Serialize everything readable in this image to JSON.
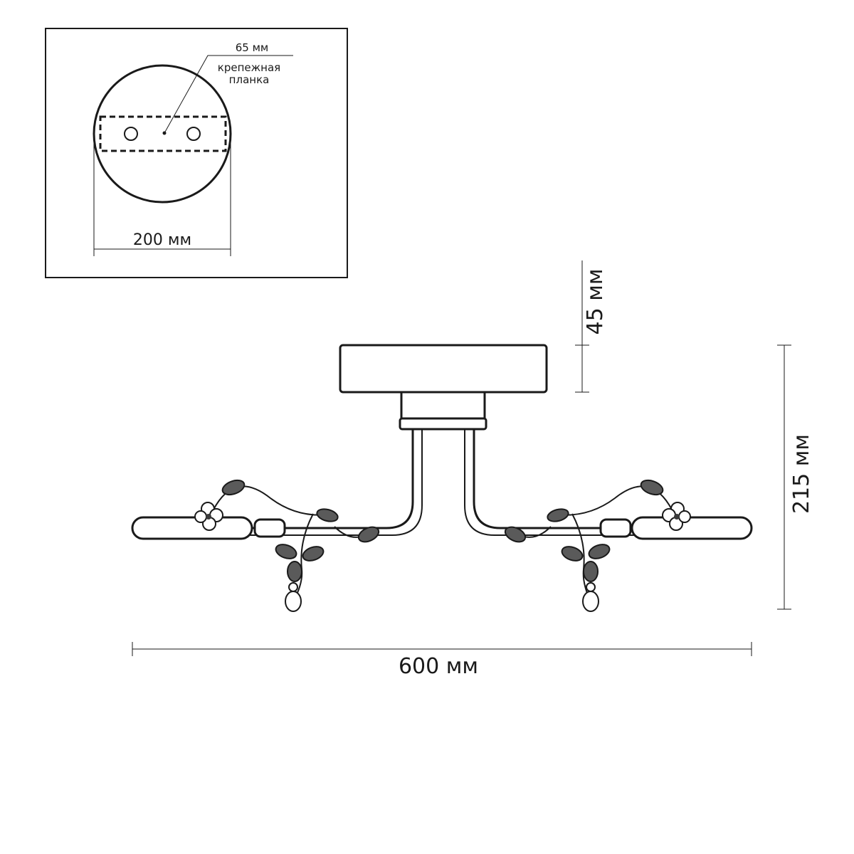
{
  "inset": {
    "bracket_spacing_label": "65 мм",
    "bracket_label_line1": "крепежная",
    "bracket_label_line2": "планка",
    "canopy_diameter_label": "200 мм"
  },
  "main": {
    "canopy_height_label": "45 мм",
    "total_height_label": "215 мм",
    "total_width_label": "600 мм"
  }
}
